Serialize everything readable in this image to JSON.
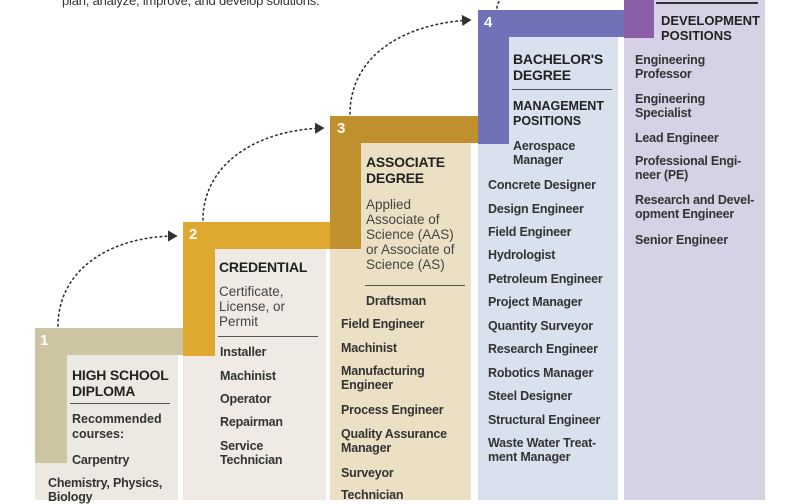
{
  "intro_text": "plan, analyze, improve, and develop solutions.",
  "colors": {
    "step1": "#cdc5a2",
    "step1_bg": "#ece9e3",
    "step2": "#dfa930",
    "step2_bg": "#efebe4",
    "step3": "#c08f2e",
    "step3_bg": "#ece0c4",
    "step4": "#6f72b7",
    "step4_bg": "#d9e1ef",
    "step5": "#8a5fa8",
    "step5_bg": "#d6d1e4"
  },
  "steps": [
    {
      "number": "1",
      "title": "HIGH SCHOOL\nDIPLOMA",
      "subtitle": "Recommended\ncourses:",
      "items": [
        "Carpentry",
        "Chemistry, Physics,\nBiology"
      ]
    },
    {
      "number": "2",
      "title": "CREDENTIAL",
      "description": "Certificate,\nLicense, or\nPermit",
      "items": [
        "Installer",
        "Machinist",
        "Operator",
        "Repairman",
        "Service\nTechnician"
      ]
    },
    {
      "number": "3",
      "title": "ASSOCIATE\nDEGREE",
      "description": "Applied\nAssociate of\nScience (AAS)\nor Associate of\nScience (AS)",
      "items": [
        "Draftsman",
        "Field Engineer",
        "Machinist",
        "Manufacturing\nEngineer",
        "Process Engineer",
        "Quality Assurance\nManager",
        "Surveyor",
        "Technician"
      ]
    },
    {
      "number": "4",
      "title": "BACHELOR'S\nDEGREE",
      "subtitle": "MANAGEMENT\nPOSITIONS",
      "items": [
        "Aerospace\nManager",
        "Concrete Designer",
        "Design Engineer",
        "Field Engineer",
        "Hydrologist",
        "Petroleum Engineer",
        "Project Manager",
        "Quantity Surveyor",
        "Research Engineer",
        "Robotics Manager",
        "Steel Designer",
        "Structural Engineer",
        "Waste Water Treat-\nment Manager"
      ]
    },
    {
      "title": "DEVELOPMENT\nPOSITIONS",
      "items": [
        "Engineering\nProfessor",
        "Engineering\nSpecialist",
        "Lead Engineer",
        "Professional Engi-\nneer (PE)",
        "Research and Devel-\nopment Engineer",
        "Senior Engineer"
      ]
    }
  ]
}
